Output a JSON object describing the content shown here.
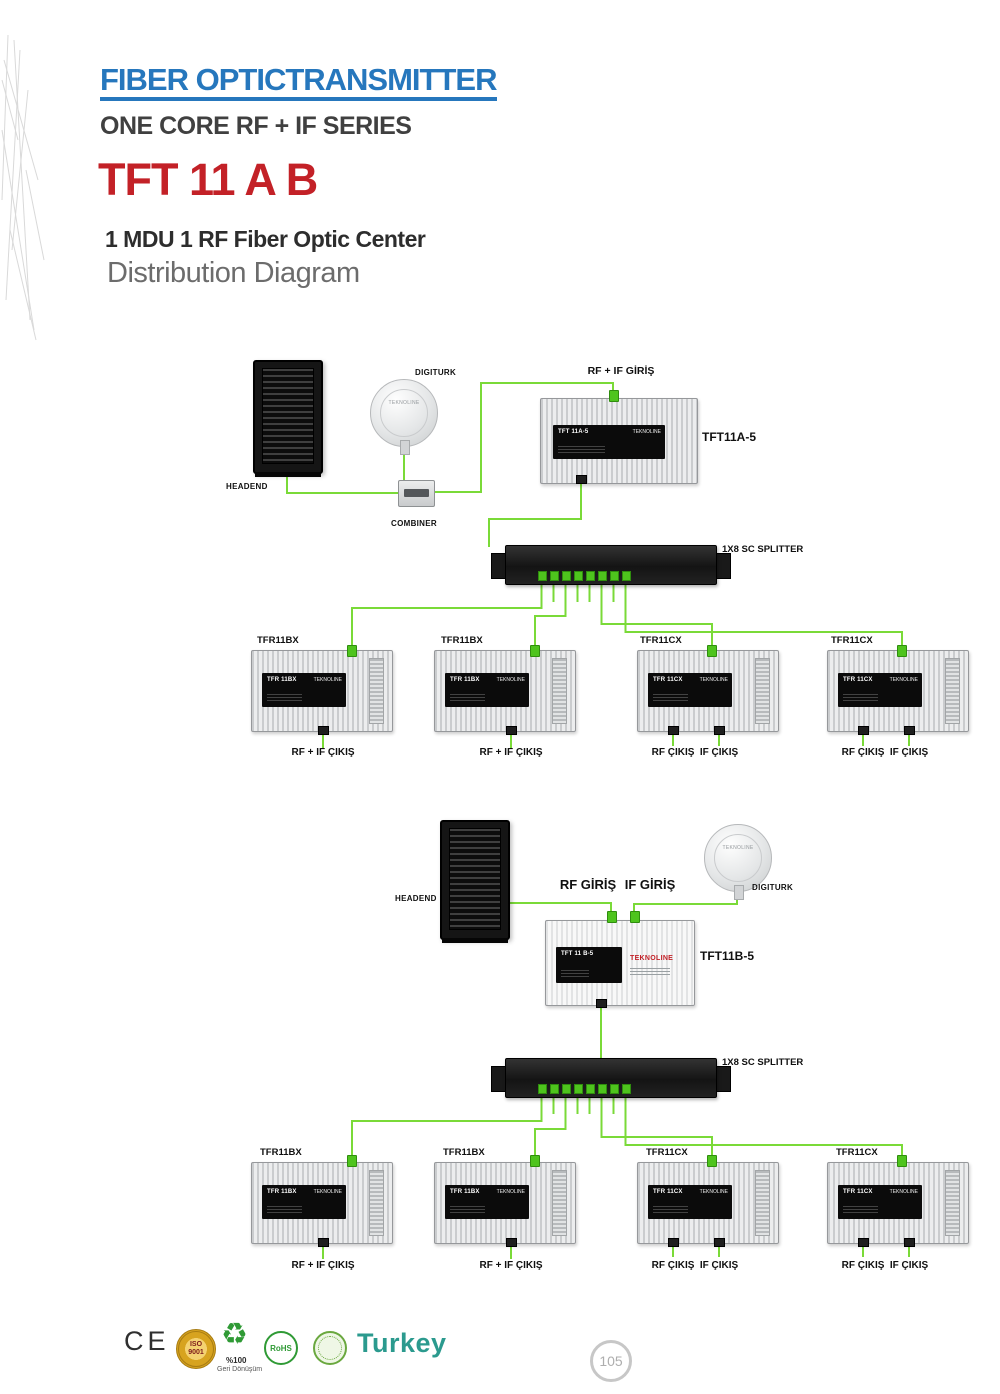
{
  "header": {
    "title": "FIBER OPTICTRANSMITTER",
    "series": "ONE CORE RF + IF SERIES",
    "model": "TFT 11 A B",
    "model_desc": "1 MDU 1 RF Fiber Optic Center",
    "diagram_title": "Distribution Diagram"
  },
  "brand": "TEKNOLINE",
  "diagram1": {
    "headend": "HEADEND",
    "dish": "DIGITURK",
    "combiner": "COMBINER",
    "input": "RF + IF GİRİŞ",
    "transmitter": "TFT11A-5",
    "transmitter_plate": "TFT 11A-5",
    "splitter": "1X8 SC SPLITTER",
    "receivers": [
      {
        "label": "TFR11BX",
        "plate": "TFR 11BX",
        "outputs": [
          "RF + IF ÇIKIŞ"
        ]
      },
      {
        "label": "TFR11BX",
        "plate": "TFR 11BX",
        "outputs": [
          "RF + IF ÇIKIŞ"
        ]
      },
      {
        "label": "TFR11CX",
        "plate": "TFR 11CX",
        "outputs": [
          "RF ÇIKIŞ",
          "IF ÇIKIŞ"
        ]
      },
      {
        "label": "TFR11CX",
        "plate": "TFR 11CX",
        "outputs": [
          "RF ÇIKIŞ",
          "IF ÇIKIŞ"
        ]
      }
    ]
  },
  "diagram2": {
    "headend": "HEADEND",
    "dish": "DIGITURK",
    "rf_input": "RF GİRİŞ",
    "if_input": "IF GİRİŞ",
    "transmitter": "TFT11B-5",
    "transmitter_plate": "TFT 11 B-5",
    "splitter": "1X8 SC SPLITTER",
    "receivers": [
      {
        "label": "TFR11BX",
        "plate": "TFR 11BX",
        "outputs": [
          "RF + IF ÇIKIŞ"
        ]
      },
      {
        "label": "TFR11BX",
        "plate": "TFR 11BX",
        "outputs": [
          "RF + IF ÇIKIŞ"
        ]
      },
      {
        "label": "TFR11CX",
        "plate": "TFR 11CX",
        "outputs": [
          "RF ÇIKIŞ",
          "IF ÇIKIŞ"
        ]
      },
      {
        "label": "TFR11CX",
        "plate": "TFR 11CX",
        "outputs": [
          "RF ÇIKIŞ",
          "IF ÇIKIŞ"
        ]
      }
    ]
  },
  "footer": {
    "ce": "CE",
    "iso_top": "ISO",
    "iso_bottom": "9001",
    "recycle_pct": "%100",
    "recycle_caption": "Geri Dönüşüm",
    "rohs": "RoHS",
    "turkey": "Turkey",
    "page_number": "105"
  },
  "colors": {
    "title_blue": "#2677bd",
    "model_red": "#c32127",
    "wire_green": "#7ada38"
  }
}
